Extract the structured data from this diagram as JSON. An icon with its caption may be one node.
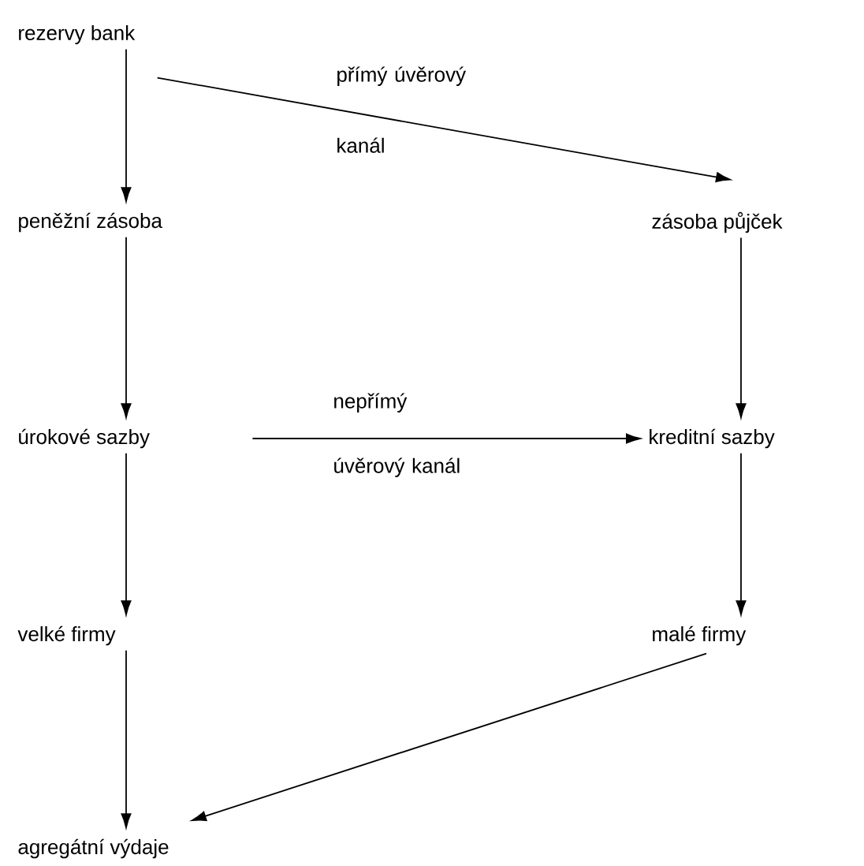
{
  "diagram": {
    "nodes": [
      {
        "text": [
          "rezervy bank"
        ]
      },
      {
        "text": [
          "peněžní zásoba"
        ]
      },
      {
        "text": [
          "zásoba půjček"
        ]
      },
      {
        "text": [
          "úrokové sazby"
        ]
      },
      {
        "text": [
          "kreditní sazby"
        ]
      },
      {
        "text": [
          "velké firmy"
        ]
      },
      {
        "text": [
          "malé firmy"
        ]
      },
      {
        "text": [
          "agregátní výdaje"
        ]
      }
    ],
    "edges": [
      {
        "from": 0,
        "to": 1,
        "arrow": "to"
      },
      {
        "from": 0,
        "to": 2,
        "arrow": "to",
        "label": "přímý úvěrový kanál"
      },
      {
        "from": 1,
        "to": 3,
        "arrow": "to"
      },
      {
        "from": 2,
        "to": 4,
        "arrow": "to"
      },
      {
        "from": 3,
        "to": 4,
        "arrow": "to",
        "label": "nepřímý úvěrový kanál"
      },
      {
        "from": 3,
        "to": 5,
        "arrow": "to"
      },
      {
        "from": 4,
        "to": 6,
        "arrow": "to"
      },
      {
        "from": 5,
        "to": 7,
        "arrow": "to"
      },
      {
        "from": 6,
        "to": 7,
        "arrow": "to"
      }
    ]
  }
}
